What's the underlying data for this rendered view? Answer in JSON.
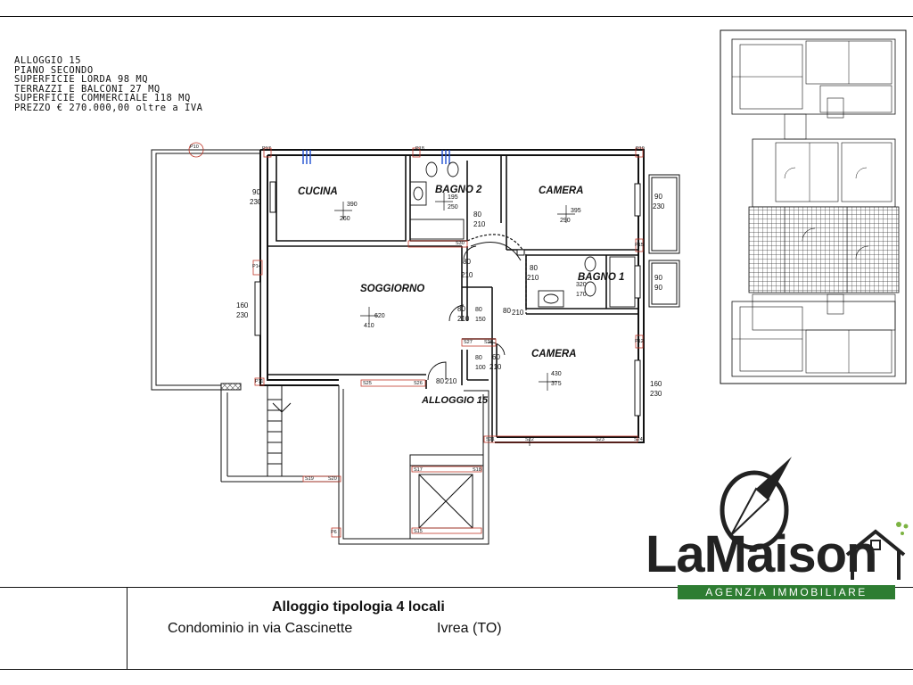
{
  "sheet": {
    "info_lines": [
      "ALLOGGIO 15",
      "PIANO SECONDO",
      "SUPERFICIE LORDA 98 MQ",
      "TERRAZZI E BALCONI 27 MQ",
      "SUPERFICIE COMMERCIALE 118 MQ",
      "PREZZO € 270.000,00 oltre a IVA"
    ]
  },
  "rooms": {
    "cucina": "CUCINA",
    "bagno2": "BAGNO 2",
    "camera1": "CAMERA",
    "soggiorno": "SOGGIORNO",
    "bagno1": "BAGNO 1",
    "camera2": "CAMERA",
    "alloggio": "ALLOGGIO 15"
  },
  "dims": {
    "cucina_w": "390",
    "cucina_h": "260",
    "bagno2_w": "195",
    "bagno2_h": "250",
    "camera1_w": "395",
    "camera1_h": "290",
    "soggiorno_w": "620",
    "soggiorno_h": "410",
    "bagno1_w": "320",
    "bagno1_h": "170",
    "camera2_w": "430",
    "camera2_h": "375",
    "win_cucina_a": "90",
    "win_cucina_b": "230",
    "win_sogg_a": "160",
    "win_sogg_b": "230",
    "win_cam1_a": "90",
    "win_cam1_b": "230",
    "win_bagno1_a": "90",
    "win_bagno1_b": "90",
    "win_cam2_a": "160",
    "win_cam2_b": "230",
    "door_a": "80",
    "door_b": "210",
    "door_c": "60",
    "door_d": "150",
    "door_e": "100"
  },
  "pillars": {
    "p10": "P10",
    "p17": "P17",
    "p18": "P18",
    "p19": "P19",
    "p14": "P14",
    "p15": "P15",
    "p12": "P12",
    "p11": "P11",
    "p6": "P6"
  },
  "beams": {
    "s30": "S30",
    "s27": "S27",
    "s28": "S28",
    "s25": "S25",
    "s26": "S26",
    "s21": "S21",
    "s22": "S22",
    "s23": "S23",
    "s24": "S24",
    "s17": "S17",
    "s18": "S18",
    "s19": "S19",
    "s20": "S20",
    "s15": "S15"
  },
  "title_block": {
    "title": "Alloggio tipologia 4 locali",
    "address": "Condominio in via Cascinette",
    "city": "Ivrea (TO)"
  },
  "logo": {
    "word": "LaMaison",
    "tagline": "AGENZIA IMMOBILIARE",
    "brand_color": "#2e7d32",
    "icon": "house-compass-icon"
  },
  "colors": {
    "wall": "#111111",
    "beam": "#c0392b",
    "plumbing_blue": "#1f4fd1",
    "hatch": "#555555"
  }
}
